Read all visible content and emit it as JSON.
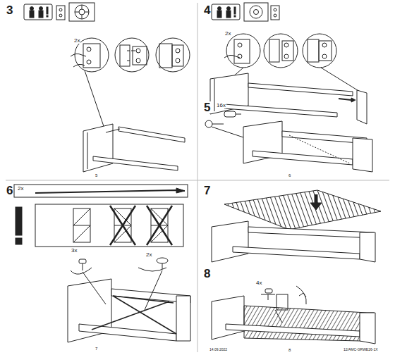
{
  "diagram": {
    "labels": [
      "3",
      "2x",
      "5",
      "4",
      "2x",
      "5",
      "16x",
      "6",
      "6",
      "2x",
      "3x",
      "2x",
      "7",
      "7",
      "8",
      "4x",
      "14.09.2022",
      "8",
      "12/AMC-GRWE26-1X"
    ]
  }
}
